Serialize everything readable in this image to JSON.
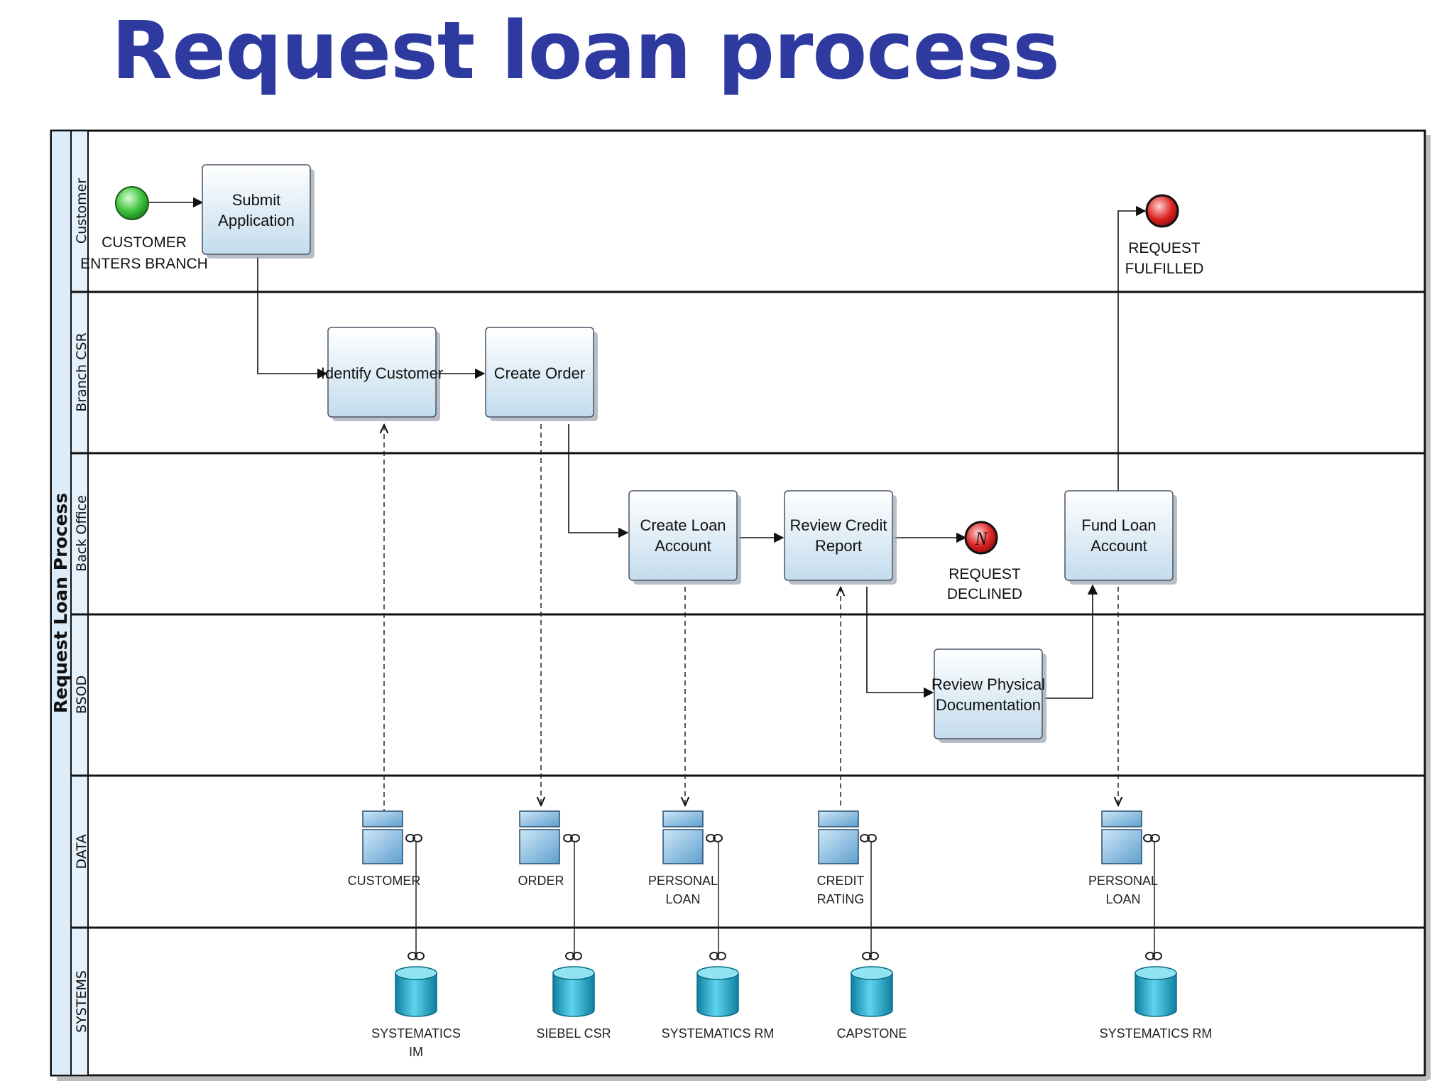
{
  "title": "Request loan process",
  "pool": {
    "name": "Request Loan Process"
  },
  "lanes": [
    {
      "id": "customer",
      "label": "Customer"
    },
    {
      "id": "branch",
      "label": "Branch CSR"
    },
    {
      "id": "back",
      "label": "Back Office"
    },
    {
      "id": "bsod",
      "label": "BSOD"
    },
    {
      "id": "data",
      "label": "DATA"
    },
    {
      "id": "systems",
      "label": "SYSTEMS"
    }
  ],
  "events": {
    "start": {
      "lines": [
        "CUSTOMER",
        "ENTERS BRANCH"
      ],
      "color": "#3cc03c"
    },
    "fulfilled": {
      "lines": [
        "REQUEST",
        "FULFILLED"
      ],
      "color": "#dd2222"
    },
    "declined": {
      "lines": [
        "REQUEST",
        "DECLINED"
      ],
      "symbol": "N",
      "color": "#dd2222"
    }
  },
  "tasks": {
    "submit": {
      "lines": [
        "Submit",
        "Application"
      ]
    },
    "identify": {
      "lines": [
        "Identify Customer"
      ]
    },
    "order": {
      "lines": [
        "Create Order"
      ]
    },
    "loan": {
      "lines": [
        "Create Loan",
        "Account"
      ]
    },
    "credit": {
      "lines": [
        "Review Credit",
        "Report"
      ]
    },
    "physical": {
      "lines": [
        "Review Physical",
        "Documentation"
      ]
    },
    "fund": {
      "lines": [
        "Fund Loan",
        "Account"
      ]
    }
  },
  "data_objects": [
    {
      "lines": [
        "CUSTOMER"
      ]
    },
    {
      "lines": [
        "ORDER"
      ]
    },
    {
      "lines": [
        "PERSONAL",
        "LOAN"
      ]
    },
    {
      "lines": [
        "CREDIT",
        "RATING"
      ]
    },
    {
      "lines": [
        "PERSONAL",
        "LOAN"
      ]
    }
  ],
  "systems": [
    {
      "lines": [
        "SYSTEMATICS",
        "IM"
      ]
    },
    {
      "lines": [
        "SIEBEL CSR"
      ]
    },
    {
      "lines": [
        "SYSTEMATICS RM"
      ]
    },
    {
      "lines": [
        "CAPSTONE"
      ]
    },
    {
      "lines": [
        "SYSTEMATICS RM"
      ]
    }
  ],
  "colors": {
    "title": "#2e3aa0",
    "task_fill_top": "#ffffff",
    "task_fill_bottom": "#c3dced",
    "cylinder": "#1aa6c8"
  }
}
